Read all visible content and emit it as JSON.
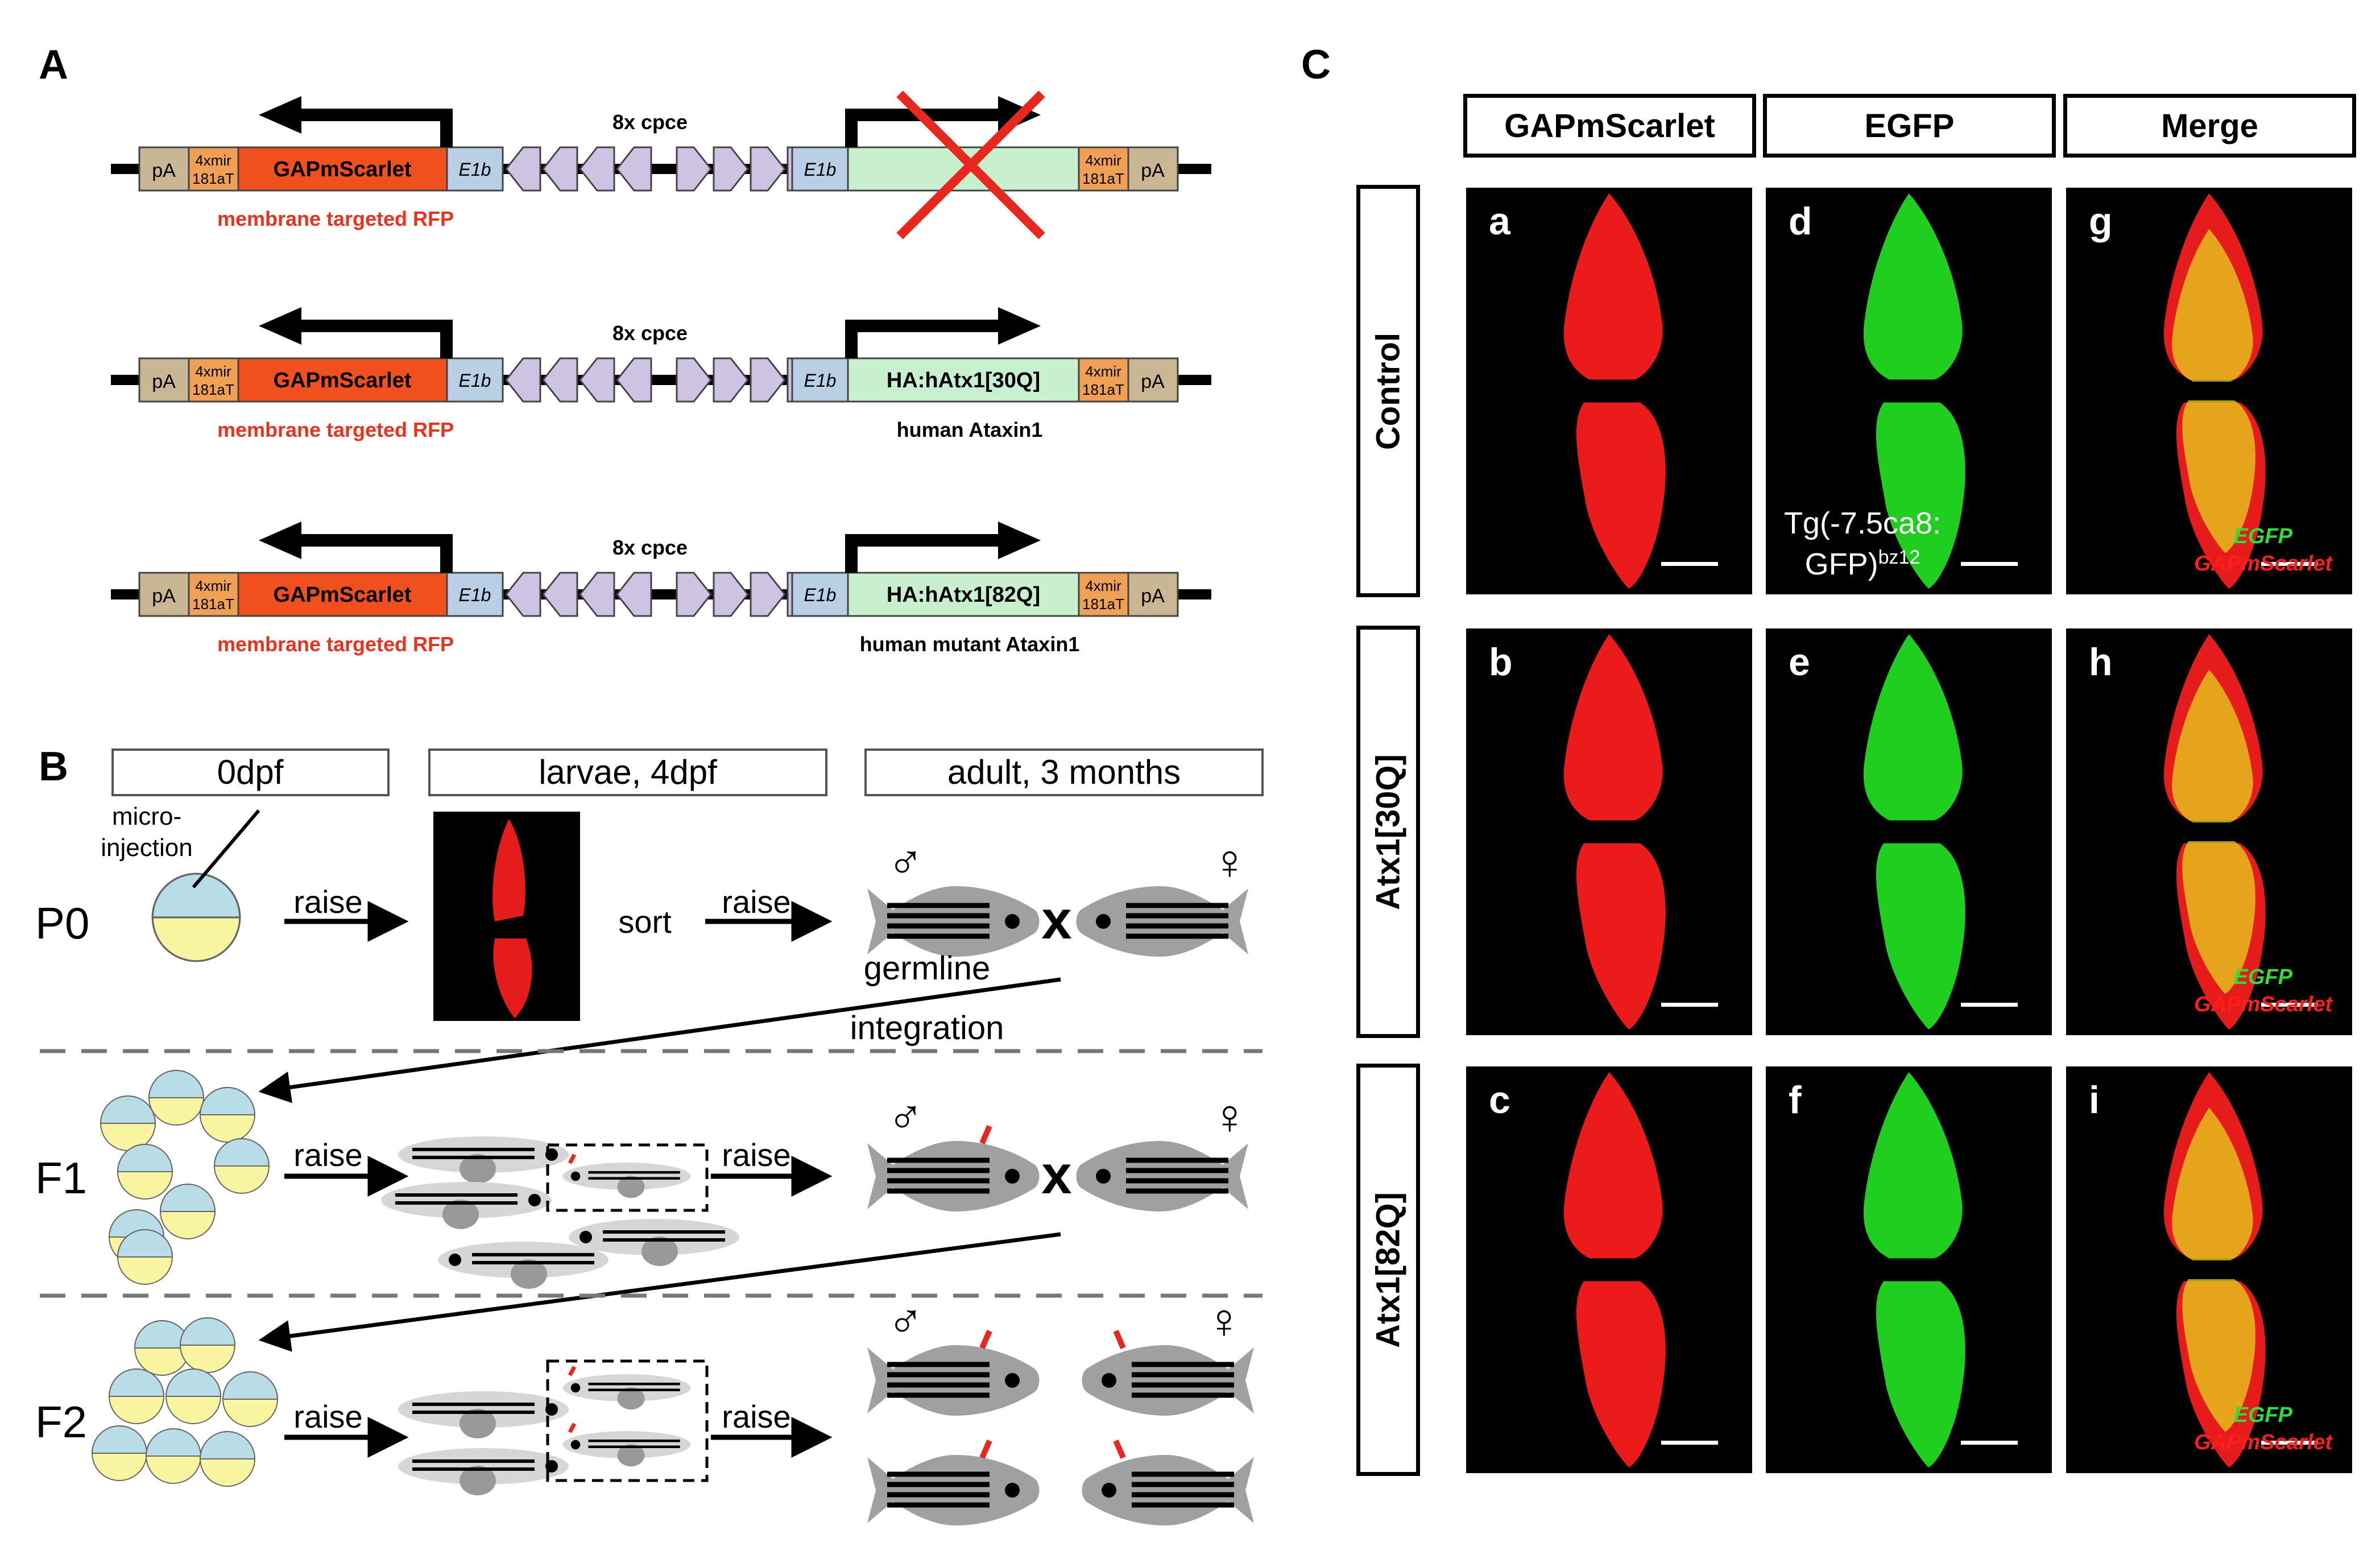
{
  "panel_labels": {
    "a": "A",
    "b": "B",
    "c": "C"
  },
  "constructs": [
    {
      "left_gene": "GAPmScarlet",
      "right_gene": "",
      "left_caption": "membrane targeted RFP",
      "right_caption": "",
      "cpce": "8x cpce",
      "crossed": true
    },
    {
      "left_gene": "GAPmScarlet",
      "right_gene": "HA:hAtx1[30Q]",
      "left_caption": "membrane targeted RFP",
      "right_caption": "human Ataxin1",
      "cpce": "8x cpce",
      "crossed": false
    },
    {
      "left_gene": "GAPmScarlet",
      "right_gene": "HA:hAtx1[82Q]",
      "left_caption": "membrane targeted RFP",
      "right_caption": "human mutant Ataxin1",
      "cpce": "8x cpce",
      "crossed": false
    }
  ],
  "construct_parts": {
    "pa": "pA",
    "mir_line1": "4xmir",
    "mir_line2": "181aT",
    "e1b": "E1b"
  },
  "panel_b": {
    "stages": [
      "0dpf",
      "larvae, 4dpf",
      "adult, 3 months"
    ],
    "generations": [
      "P0",
      "F1",
      "F2"
    ],
    "microinjection": [
      "micro-",
      "injection"
    ],
    "raise": "raise",
    "sort": "sort",
    "cross": "x",
    "germline": [
      "germline",
      "integration"
    ],
    "male": "♂",
    "female": "♀"
  },
  "panel_c": {
    "columns": [
      "GAPmScarlet",
      "EGFP",
      "Merge"
    ],
    "rows": [
      "Control",
      "Atx1[30Q]",
      "Atx1[82Q]"
    ],
    "sub_letters": [
      "a",
      "b",
      "c",
      "d",
      "e",
      "f",
      "g",
      "h",
      "i"
    ],
    "tg_label": {
      "line1": "Tg(-7.5ca8:",
      "line2_base": "GFP)",
      "line2_sup": "bz12"
    },
    "merge_legend": {
      "egfp": "EGFP",
      "scarlet": "GAPmScarlet"
    }
  },
  "colors": {
    "scarlet_box": "#f0501e",
    "red_text": "#e8321e",
    "pa_box": "#c9b794",
    "mir_box": "#f0a054",
    "e1b_box": "#b9cfe6",
    "cpce": "#cfc3e3",
    "transgene_box": "#c8f0cf",
    "cross": "#e8281e",
    "egg_yolk": "#f8f4a0",
    "egg_top": "#b9dde6",
    "fish": "#a0a0a0",
    "fish_light": "#d9d9d9",
    "image_red": "#ff1e1e",
    "image_green": "#22e022",
    "image_yellow": "#e6d21e",
    "legend_green": "#32dc32"
  }
}
